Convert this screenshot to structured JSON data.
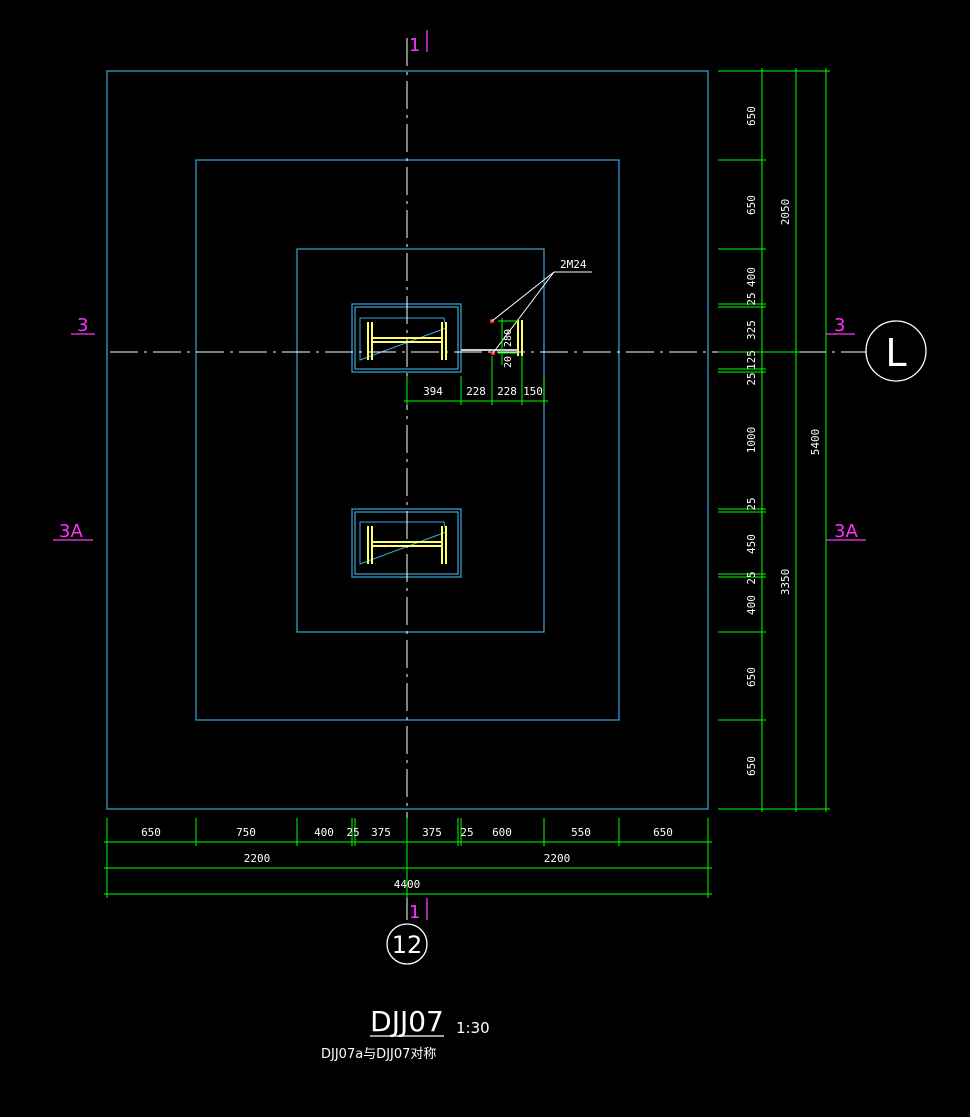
{
  "drawing": {
    "title": "DJJ07",
    "scale": "1:30",
    "subtitle": "DJJ07a与DJJ07对称"
  },
  "axes": {
    "vertical_axis": "12",
    "horizontal_axis": "L"
  },
  "section_marks": {
    "top_vertical": "1",
    "bottom_vertical": "1",
    "left_3": "3",
    "right_3": "3",
    "left_3a": "3A",
    "right_3a": "3A"
  },
  "annotations": {
    "bolts": "2M24"
  },
  "dimensions": {
    "bottom_row1": [
      "650",
      "750",
      "400",
      "25",
      "375",
      "375",
      "25",
      "600",
      "550",
      "650"
    ],
    "bottom_row2": [
      "2200",
      "2200"
    ],
    "bottom_total": "4400",
    "right_col1": [
      "650",
      "650",
      "25",
      "400",
      "325",
      "125",
      "25",
      "1000",
      "25",
      "450",
      "25",
      "400",
      "650",
      "650"
    ],
    "right_col2": [
      "2050",
      "3350"
    ],
    "right_total": "5400",
    "bolt_row": [
      "394",
      "228",
      "228",
      "150"
    ],
    "bolt_col": [
      "280",
      "20"
    ]
  },
  "colors": {
    "outline": "#3aa6d8",
    "dimension": "#00ff00",
    "section": "#ff33ff",
    "steel": "#ffff66",
    "bolt": "#ff3333",
    "text": "#ffffff"
  }
}
